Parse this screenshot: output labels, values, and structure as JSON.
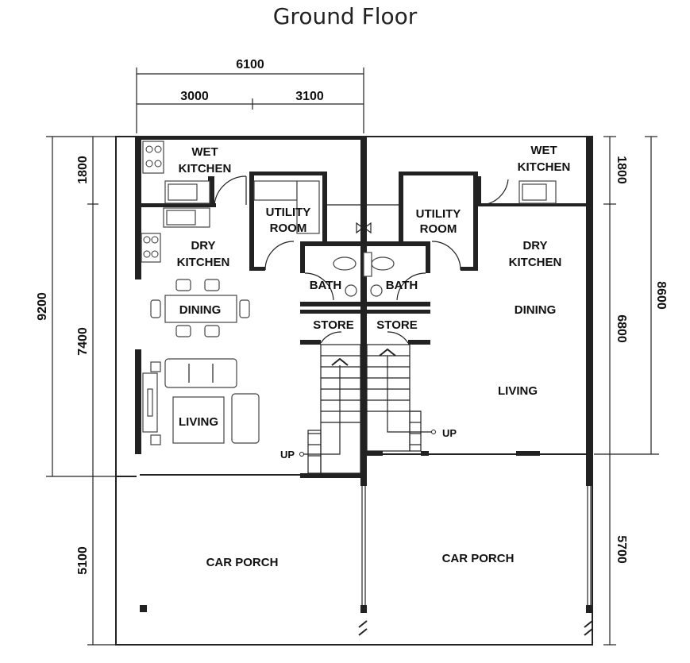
{
  "title": "Ground Floor",
  "dimensions": {
    "top_total": "6100",
    "top_left": "3000",
    "top_right": "3100",
    "left_outer": "9200",
    "left_inner_top": "1800",
    "left_inner_mid": "7400",
    "left_bottom": "5100",
    "right_top": "1800",
    "right_mid": "6800",
    "right_outer": "8600",
    "right_bottom": "5700"
  },
  "left_unit": {
    "wet_kitchen": [
      "WET",
      "KITCHEN"
    ],
    "utility_room": [
      "UTILITY",
      "ROOM"
    ],
    "dry_kitchen": [
      "DRY",
      "KITCHEN"
    ],
    "dining": "DINING",
    "living": "LIVING",
    "bath": "BATH",
    "store": "STORE",
    "stairs_up": "UP",
    "car_porch": "CAR PORCH"
  },
  "right_unit": {
    "wet_kitchen": [
      "WET",
      "KITCHEN"
    ],
    "utility_room": [
      "UTILITY",
      "ROOM"
    ],
    "dry_kitchen": [
      "DRY",
      "KITCHEN"
    ],
    "dining": "DINING",
    "living": "LIVING",
    "bath": "BATH",
    "store": "STORE",
    "stairs_up": "UP",
    "car_porch": "CAR PORCH"
  }
}
